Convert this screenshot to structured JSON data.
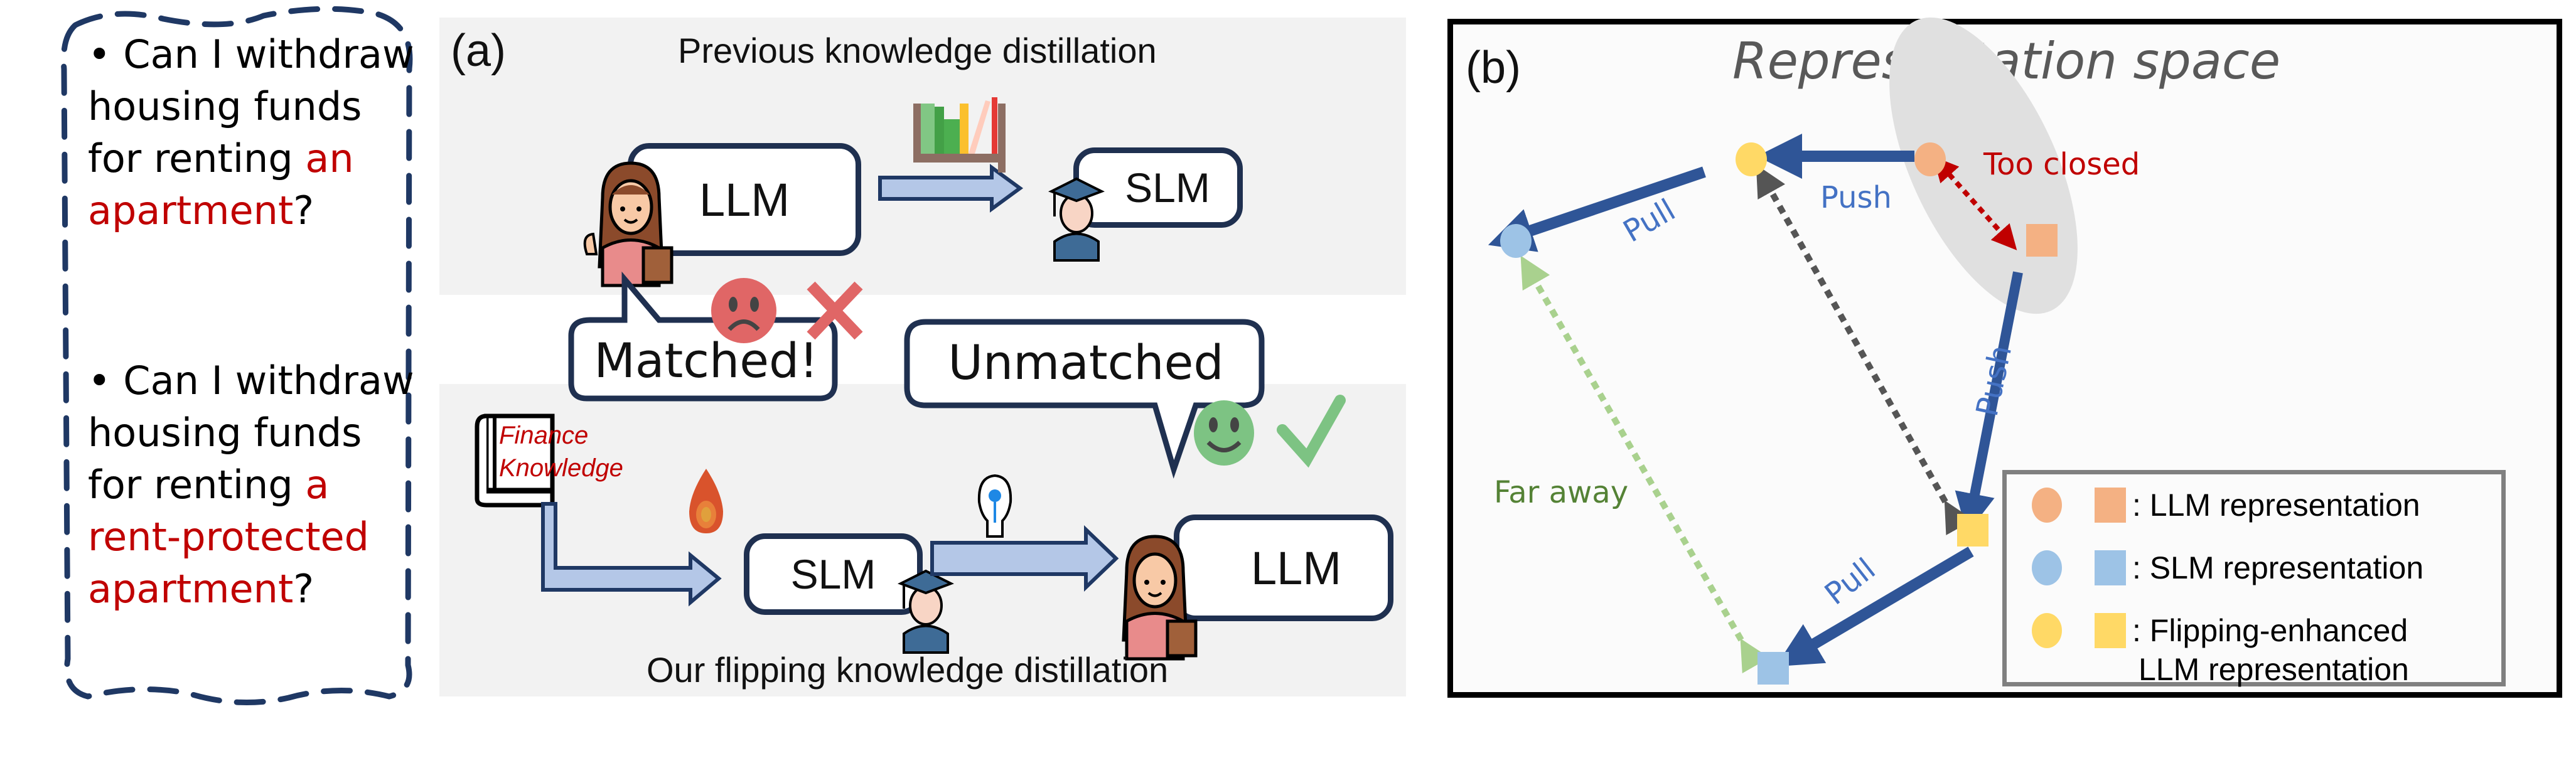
{
  "questions": {
    "q1": {
      "bullet": "•",
      "prefix": "Can I withdraw housing funds for renting ",
      "highlight": "an apartment",
      "suffix": "?"
    },
    "q2": {
      "bullet": "•",
      "prefix": "Can I withdraw housing funds for renting ",
      "highlight": "a rent-protected apartment",
      "suffix": "?"
    }
  },
  "panel_a": {
    "label": "(a)",
    "top_caption": "Previous knowledge distillation",
    "bottom_caption": "Our flipping knowledge distillation",
    "top_teacher": "LLM",
    "top_student": "SLM",
    "matched_bubble": "Matched!",
    "unmatched_bubble": "Unmatched",
    "finance_book": "Finance Knowledge",
    "bottom_student": "SLM",
    "bottom_teacher": "LLM"
  },
  "panel_b": {
    "label": "(b)",
    "title": "Representation space",
    "labels": {
      "pull_top": "Pull",
      "push_top": "Push",
      "too_closed": "Too closed",
      "push_right": "Push",
      "far_away": "Far away",
      "pull_bottom": "Pull"
    },
    "legend": [
      {
        "text": ": LLM representation",
        "color": "#f4b183"
      },
      {
        "text": ": SLM representation",
        "color": "#9dc3e6"
      },
      {
        "text": ": Flipping-enhanced",
        "text2": "LLM representation",
        "color": "#ffd966"
      }
    ]
  },
  "colors": {
    "red_text": "#c00000",
    "arrow_blue": "#2f5597",
    "push_label": "#4472c4",
    "far_away": "#548235",
    "llm_orange": "#f4b183",
    "slm_blue": "#9dc3e6",
    "flip_yellow": "#ffd966"
  }
}
